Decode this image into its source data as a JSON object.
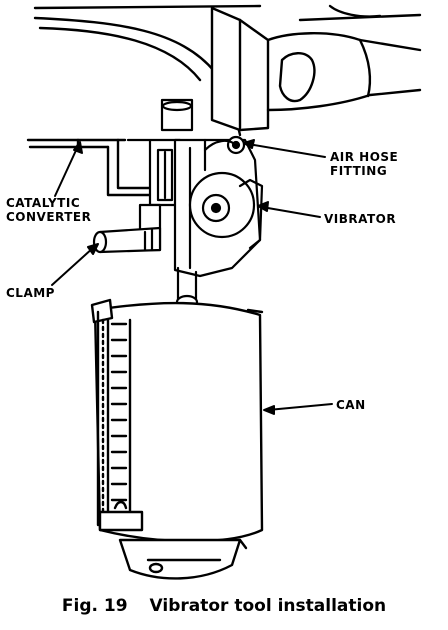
{
  "labels": {
    "air_hose_line1": "AIR HOSE",
    "air_hose_line2": "FITTING",
    "catalytic_line1": "CATALYTIC",
    "catalytic_line2": "CONVERTER",
    "vibrator": "VIBRATOR",
    "clamp": "CLAMP",
    "can": "CAN"
  },
  "caption": {
    "fig_number": "Fig. 19",
    "title": "Vibrator tool installation"
  }
}
